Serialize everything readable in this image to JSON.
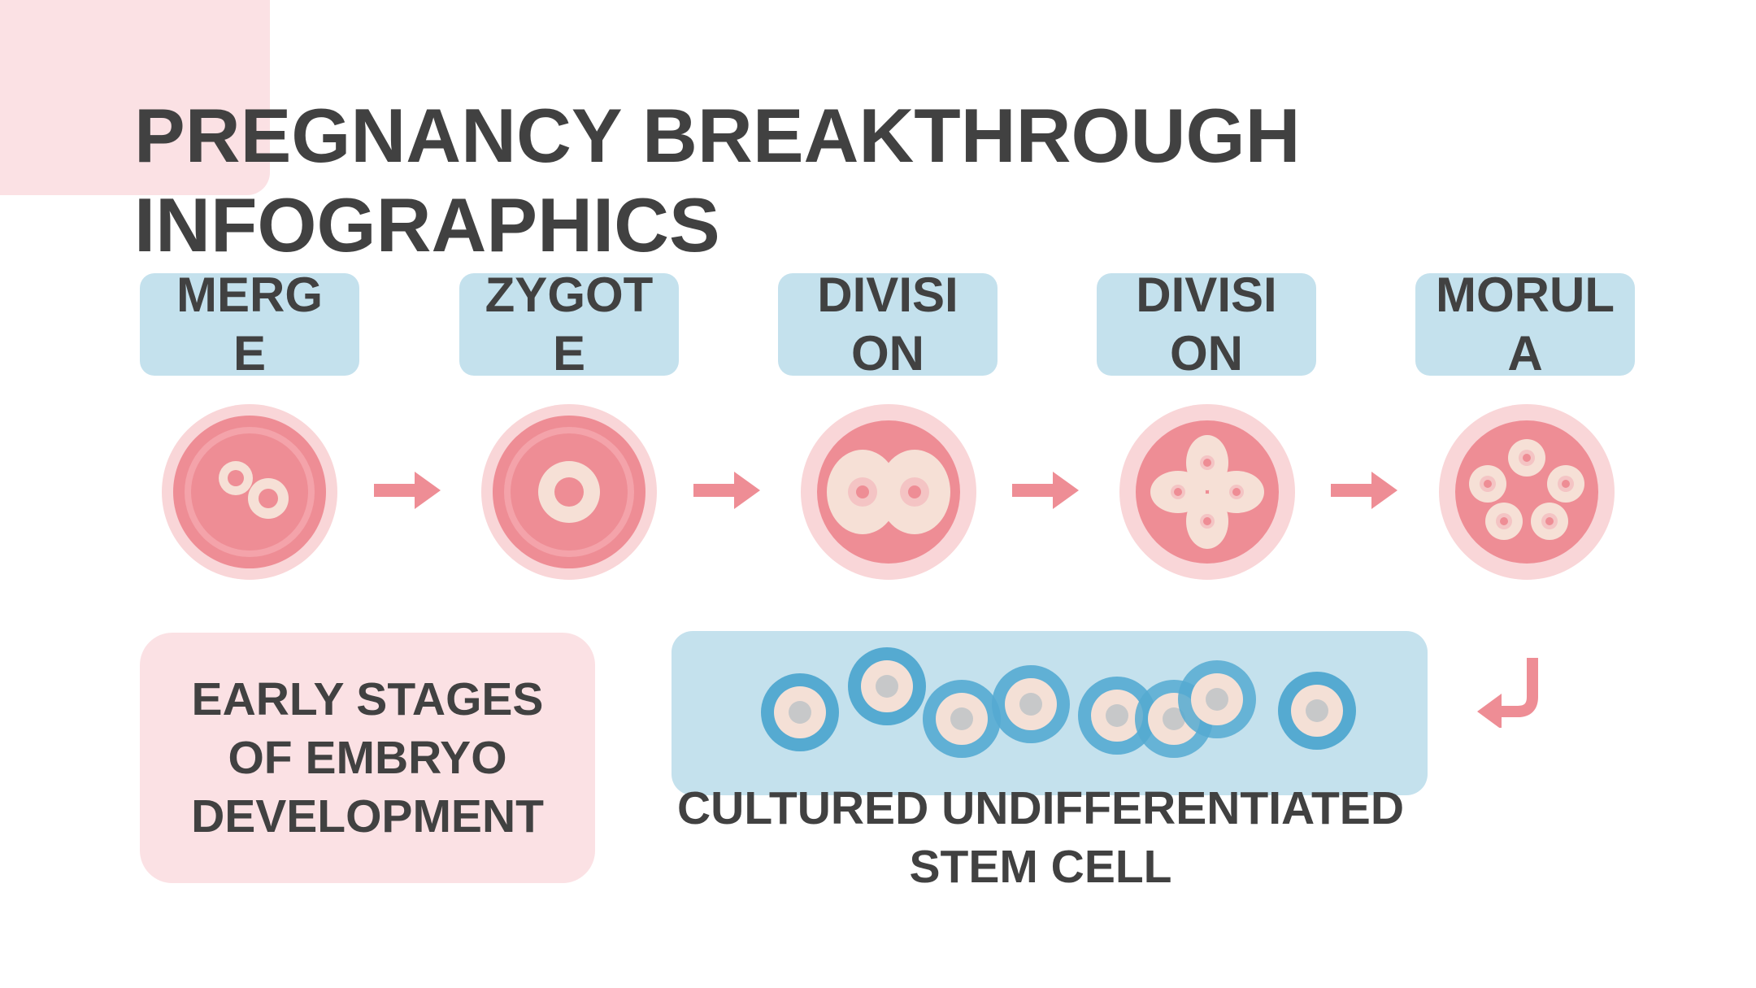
{
  "title": {
    "line1": "PREGNANCY BREAKTHROUGH",
    "line2": "INFOGRAPHICS"
  },
  "stages": [
    {
      "label": "MERGE"
    },
    {
      "label": "ZYGOTE"
    },
    {
      "label": "DIVISION"
    },
    {
      "label": "DIVISION"
    },
    {
      "label": "MORULA"
    }
  ],
  "summary": {
    "line1": "EARLY STAGES",
    "line2": "OF EMBRYO",
    "line3": "DEVELOPMENT"
  },
  "stem_cell": {
    "line1": "CULTURED UNDIFFERENTIATED",
    "line2": "STEM CELL"
  },
  "colors": {
    "pink_light": "#fbe1e4",
    "pink_cell": "#ee8d95",
    "pink_outer": "#f9d6d8",
    "cream": "#f6e0d6",
    "blue_light": "#c4e1ed",
    "blue_cell": "#52a9d1",
    "gray_nucleus": "#c8c8c8",
    "text": "#414141"
  }
}
